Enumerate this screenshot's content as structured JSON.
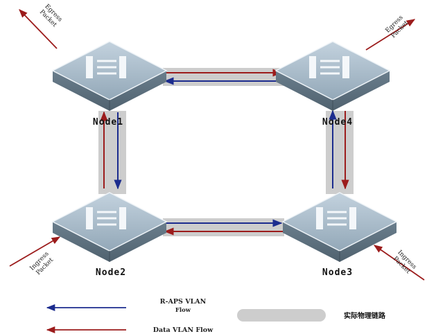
{
  "nodes": [
    {
      "id": "node1",
      "label": "Node1"
    },
    {
      "id": "node4",
      "label": "Node4"
    },
    {
      "id": "node2",
      "label": "Node2"
    },
    {
      "id": "node3",
      "label": "Node3"
    }
  ],
  "packets": {
    "top_left": {
      "line1": "Egress",
      "line2": "Packet"
    },
    "top_right": {
      "line1": "Egress",
      "line2": "Packet"
    },
    "bottom_left": {
      "line1": "Ingress",
      "line2": "Packet"
    },
    "bottom_right": {
      "line1": "Ingress",
      "line2": "Packet"
    }
  },
  "legend": {
    "raps_line1": "R-APS VLAN",
    "raps_line2": "Flow",
    "data": "Data VLAN Flow",
    "physical": "实际物理链路"
  },
  "colors": {
    "raps_flow": "#1c2c8e",
    "data_flow": "#9c1c1c",
    "physical_link": "#cdcdcd",
    "switch_top": "#aebfcd",
    "switch_side": "#6e8393"
  }
}
